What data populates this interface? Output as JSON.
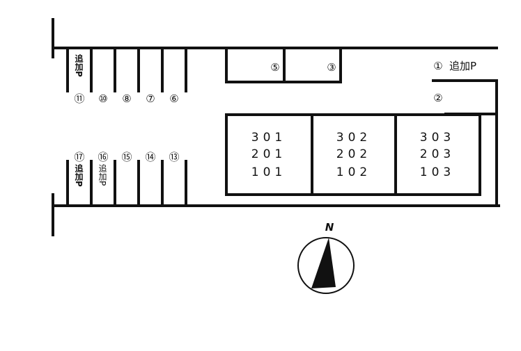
{
  "colors": {
    "ink": "#111111",
    "background": "#ffffff"
  },
  "parking": {
    "top_slots": [
      "⑪",
      "⑩",
      "⑧",
      "⑦",
      "⑥"
    ],
    "bottom_slots": [
      "⑰",
      "⑯",
      "⑮",
      "⑭",
      "⑬"
    ],
    "additional_label": "追加P",
    "side_slots": [
      "⑤",
      "③"
    ],
    "right_slot_1": "①",
    "right_slot_1_label": "追加P",
    "right_slot_2": "②"
  },
  "building": {
    "columns": [
      [
        "301",
        "201",
        "101"
      ],
      [
        "302",
        "202",
        "102"
      ],
      [
        "303",
        "203",
        "103"
      ]
    ]
  },
  "compass": {
    "label": "N"
  }
}
